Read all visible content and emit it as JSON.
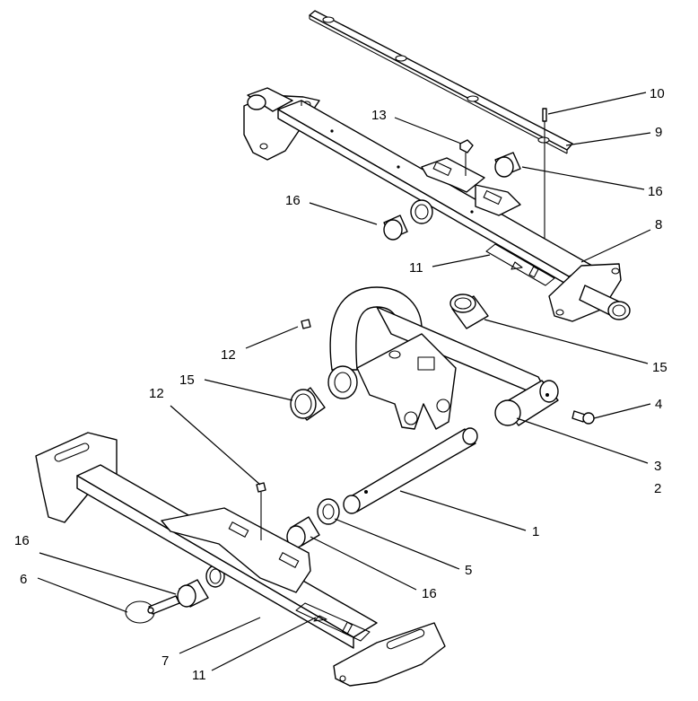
{
  "callouts": [
    {
      "id": "c10a",
      "label": "10"
    },
    {
      "id": "c9",
      "label": "9"
    },
    {
      "id": "c13",
      "label": "13"
    },
    {
      "id": "c16a",
      "label": "16"
    },
    {
      "id": "c16b",
      "label": "16"
    },
    {
      "id": "c8",
      "label": "8"
    },
    {
      "id": "c11a",
      "label": "11"
    },
    {
      "id": "c12a",
      "label": "12"
    },
    {
      "id": "c15a",
      "label": "15"
    },
    {
      "id": "c15b",
      "label": "15"
    },
    {
      "id": "c12b",
      "label": "12"
    },
    {
      "id": "c4",
      "label": "4"
    },
    {
      "id": "c3",
      "label": "3"
    },
    {
      "id": "c2",
      "label": "2"
    },
    {
      "id": "c1",
      "label": "1"
    },
    {
      "id": "c16c",
      "label": "16"
    },
    {
      "id": "c5",
      "label": "5"
    },
    {
      "id": "c16d",
      "label": "16"
    },
    {
      "id": "c6",
      "label": "6"
    },
    {
      "id": "c7",
      "label": "7"
    },
    {
      "id": "c11b",
      "label": "11"
    }
  ]
}
